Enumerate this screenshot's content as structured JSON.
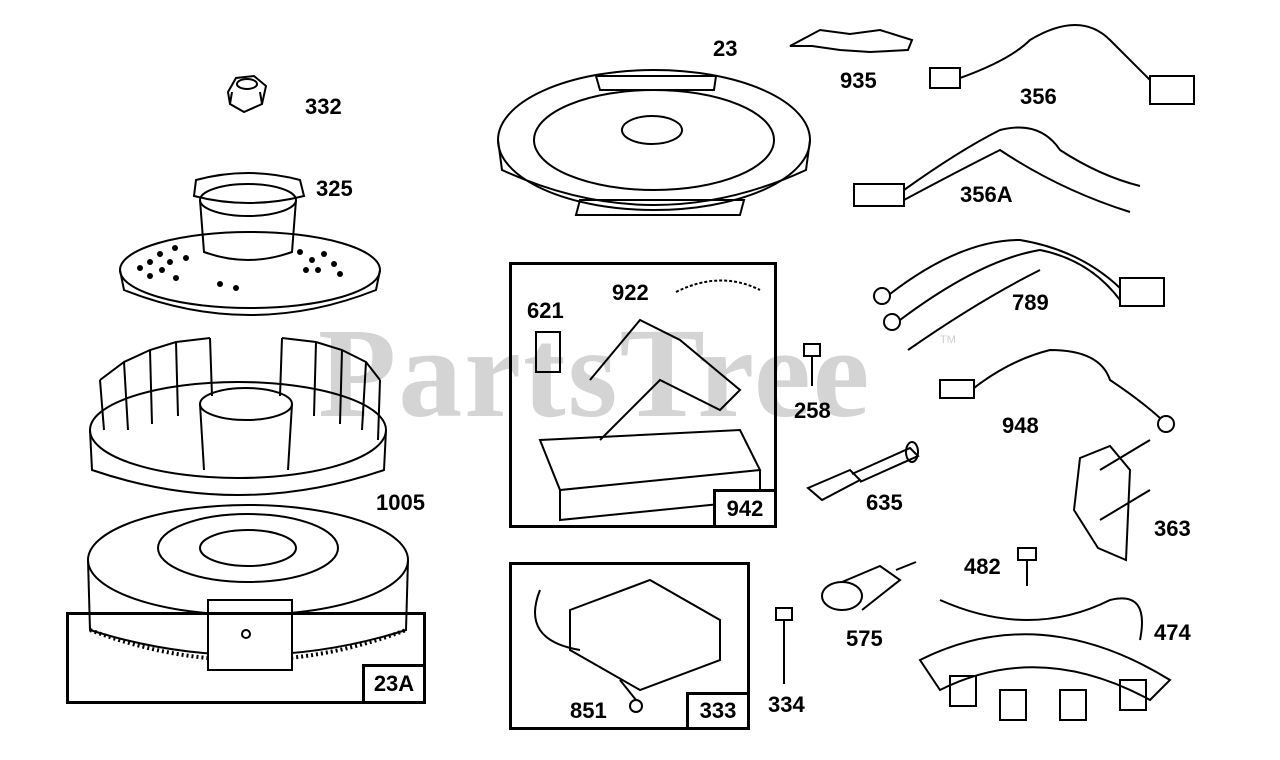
{
  "watermark": {
    "text": "PartsTree",
    "mark": "TM"
  },
  "labels": {
    "p332": "332",
    "p325": "325",
    "p1005": "1005",
    "p23": "23",
    "p935": "935",
    "p356": "356",
    "p356a": "356A",
    "p789": "789",
    "p948": "948",
    "p621": "621",
    "p922": "922",
    "p258": "258",
    "p635": "635",
    "p363": "363",
    "p482": "482",
    "p474": "474",
    "p575": "575",
    "p334": "334",
    "p851": "851"
  },
  "assemblies": {
    "a23A": "23A",
    "a942": "942",
    "a333": "333"
  }
}
